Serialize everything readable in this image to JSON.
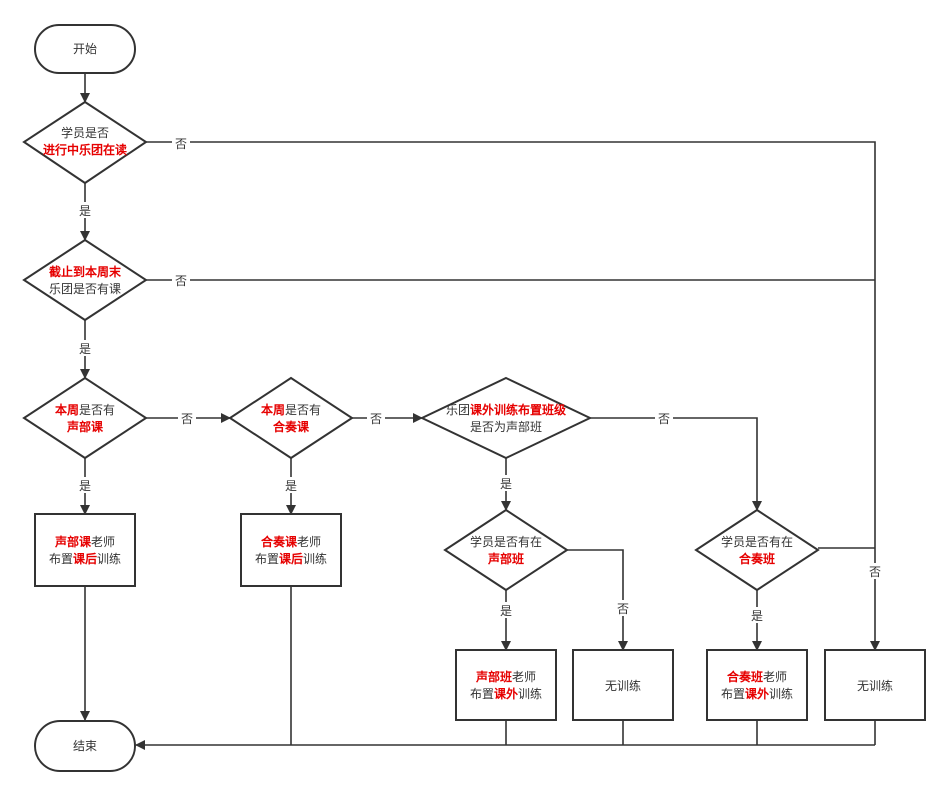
{
  "nodes": {
    "start": {
      "text": "开始"
    },
    "end": {
      "text": "结束"
    },
    "d_enrolled": {
      "line1": "学员是否",
      "line2_red": "进行中乐团在读"
    },
    "d_class_week": {
      "line1_red": "截止到本周末",
      "line2": "乐团是否有课"
    },
    "d_section_class": {
      "red1": "本周",
      "text1": "是否有",
      "red2": "声部课"
    },
    "d_ensemble_class": {
      "red1": "本周",
      "text1": "是否有",
      "red2": "合奏课"
    },
    "d_extra_training": {
      "text1": "乐团",
      "red1": "课外训练布置班级",
      "line2": "是否为声部班"
    },
    "d_in_section": {
      "line1": "学员是否有在",
      "red2": "声部班"
    },
    "d_in_ensemble": {
      "line1": "学员是否有在",
      "red2": "合奏班"
    },
    "b_section_teacher": {
      "red1": "声部课",
      "text1": "老师",
      "text2a": "布置",
      "red2": "课后",
      "text2b": "训练"
    },
    "b_ensemble_teacher": {
      "red1": "合奏课",
      "text1": "老师",
      "text2a": "布置",
      "red2": "课后",
      "text2b": "训练"
    },
    "b_section_extra": {
      "red1": "声部班",
      "text1": "老师",
      "text2a": "布置",
      "red2": "课外",
      "text2b": "训练"
    },
    "b_ensemble_extra": {
      "red1": "合奏班",
      "text1": "老师",
      "text2a": "布置",
      "red2": "课外",
      "text2b": "训练"
    },
    "b_none_1": {
      "text": "无训练"
    },
    "b_none_2": {
      "text": "无训练"
    }
  },
  "edge_labels": {
    "yes": "是",
    "no": "否"
  }
}
